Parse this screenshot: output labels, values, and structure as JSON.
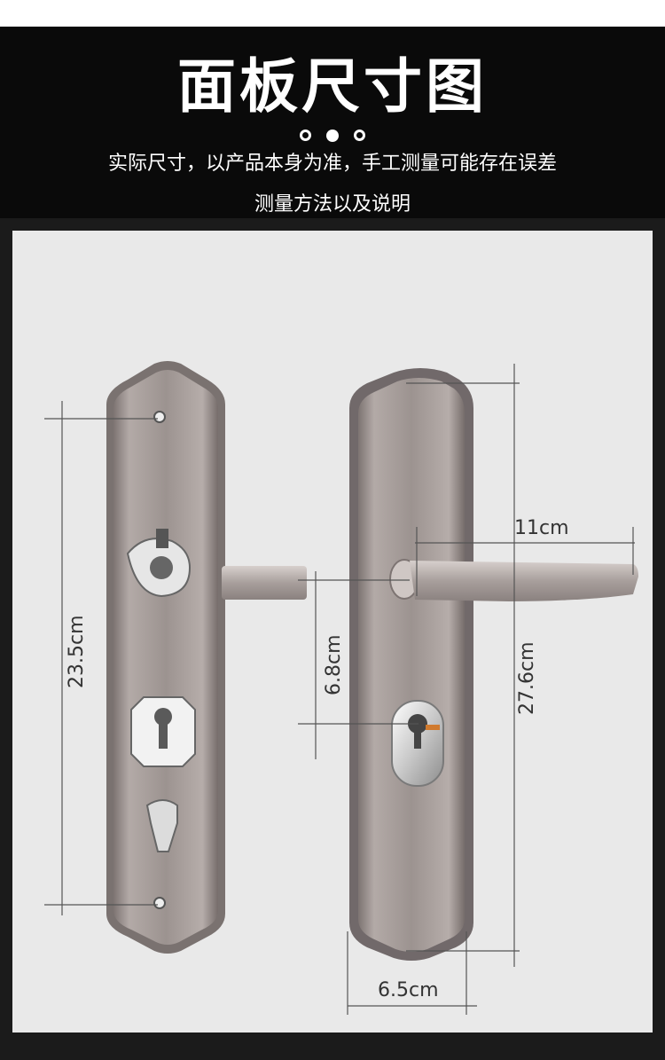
{
  "header": {
    "title": "面板尺寸图",
    "subtitle": "实际尺寸，以产品本身为准，手工测量可能存在误差",
    "method": "测量方法以及说明"
  },
  "dimensions": {
    "panel_length_left": "23.5cm",
    "handle_to_lock": "6.8cm",
    "panel_length_right": "27.6cm",
    "handle_length": "11cm",
    "panel_width": "6.5cm"
  },
  "colors": {
    "banner": "#0a0a0a",
    "stage": "#e9e9e9",
    "panel": "#9a908e",
    "chrome": "#dcdcdc"
  }
}
